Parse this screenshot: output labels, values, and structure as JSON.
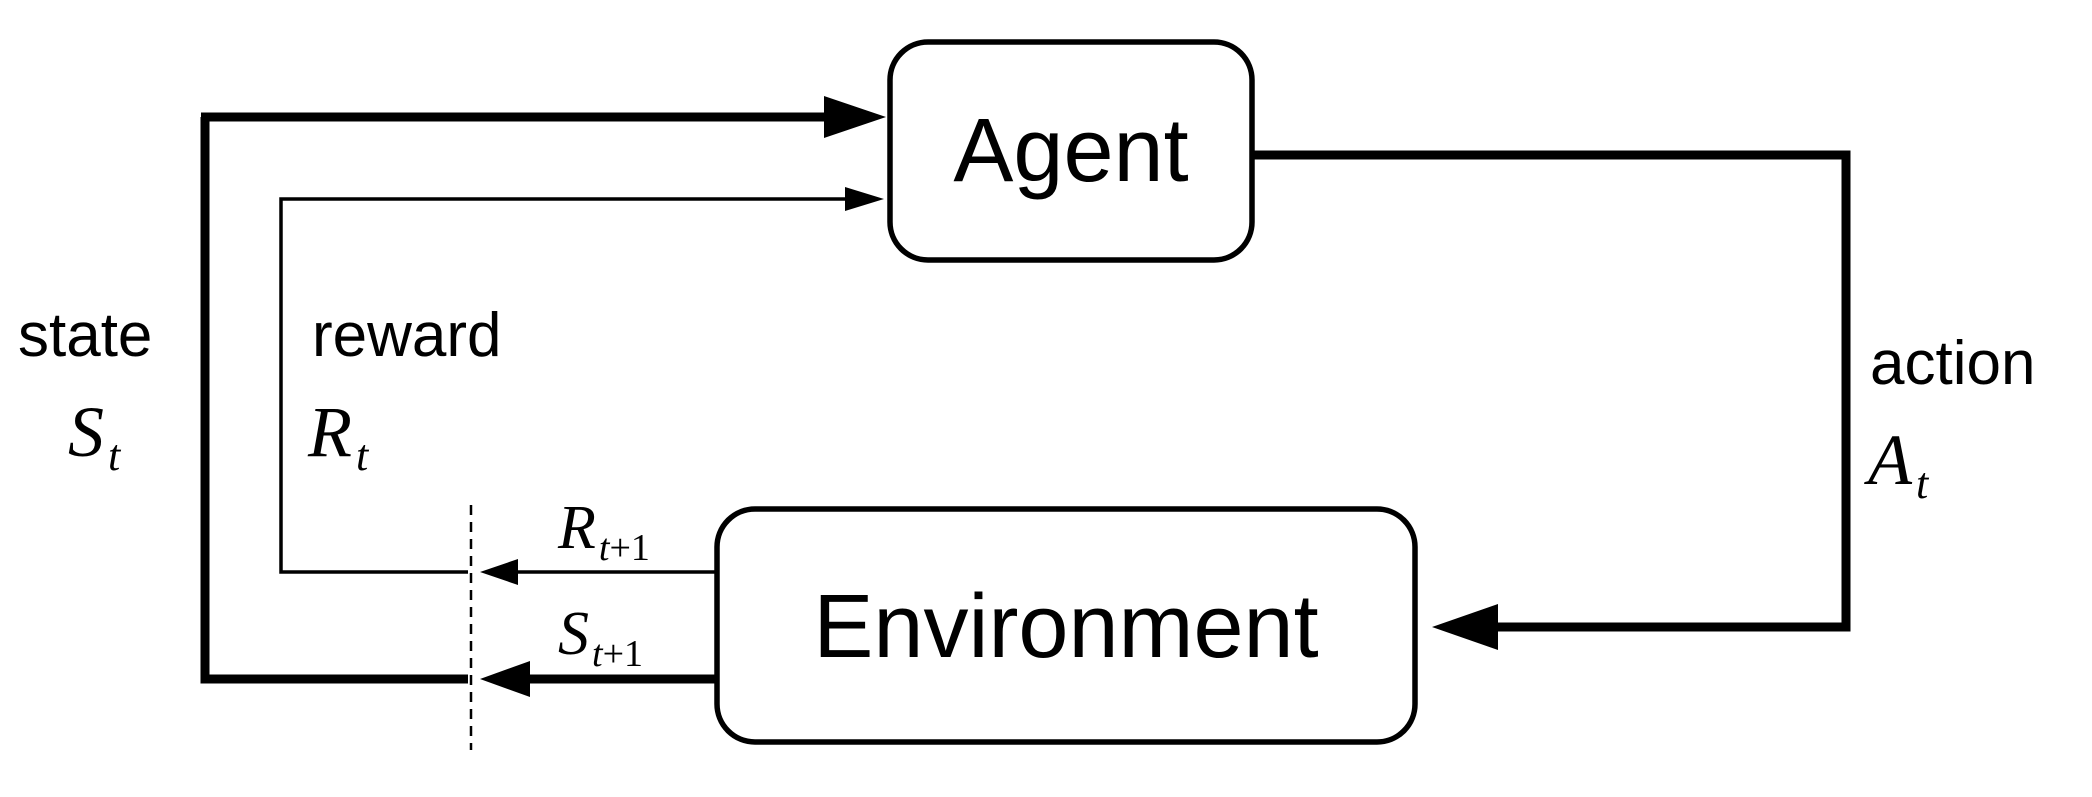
{
  "diagram": {
    "agent_label": "Agent",
    "environment_label": "Environment",
    "state_word": "state",
    "state_symbol": "S",
    "state_sub": "t",
    "reward_word": "reward",
    "reward_symbol": "R",
    "reward_sub": "t",
    "action_word": "action",
    "action_symbol": "A",
    "action_sub": "t",
    "next_reward_symbol": "R",
    "next_reward_sub_var": "t",
    "next_reward_sub_rest": "+1",
    "next_state_symbol": "S",
    "next_state_sub_var": "t",
    "next_state_sub_rest": "+1",
    "colors": {
      "line": "#000000",
      "background": "#ffffff"
    }
  }
}
